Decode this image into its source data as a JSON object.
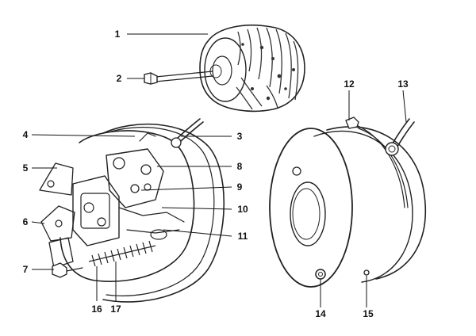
{
  "callouts": [
    {
      "id": "1",
      "label": "1"
    },
    {
      "id": "2",
      "label": "2"
    },
    {
      "id": "3",
      "label": "3"
    },
    {
      "id": "4",
      "label": "4"
    },
    {
      "id": "5",
      "label": "5"
    },
    {
      "id": "6",
      "label": "6"
    },
    {
      "id": "7",
      "label": "7"
    },
    {
      "id": "8",
      "label": "8"
    },
    {
      "id": "9",
      "label": "9"
    },
    {
      "id": "10",
      "label": "10"
    },
    {
      "id": "11",
      "label": "11"
    },
    {
      "id": "12",
      "label": "12"
    },
    {
      "id": "13",
      "label": "13"
    },
    {
      "id": "14",
      "label": "14"
    },
    {
      "id": "15",
      "label": "15"
    },
    {
      "id": "16",
      "label": "16"
    },
    {
      "id": "17",
      "label": "17"
    }
  ],
  "colors": {
    "ink": "#222222",
    "background": "#ffffff"
  }
}
